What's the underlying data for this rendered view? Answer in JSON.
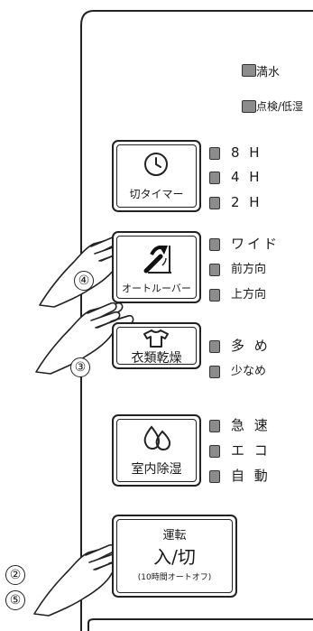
{
  "indicators": {
    "full_water": "満水",
    "inspect_low": "点検/低湿"
  },
  "buttons": {
    "timer": {
      "label": "切タイマー",
      "options": [
        "8 H",
        "4 H",
        "2 H"
      ]
    },
    "louver": {
      "label": "オートルーバー",
      "options": [
        "ワイド",
        "前方向",
        "上方向"
      ]
    },
    "dry_clothes": {
      "label": "衣類乾燥",
      "options": [
        "多 め",
        "少なめ"
      ]
    },
    "dehumidify": {
      "label": "室内除湿",
      "options": [
        "急 速",
        "エ コ",
        "自 動"
      ]
    },
    "power": {
      "line1": "運転",
      "line2": "入/切",
      "line3": "(10時間オートオフ)"
    }
  },
  "callouts": [
    "④",
    "③",
    "②",
    "⑤"
  ]
}
